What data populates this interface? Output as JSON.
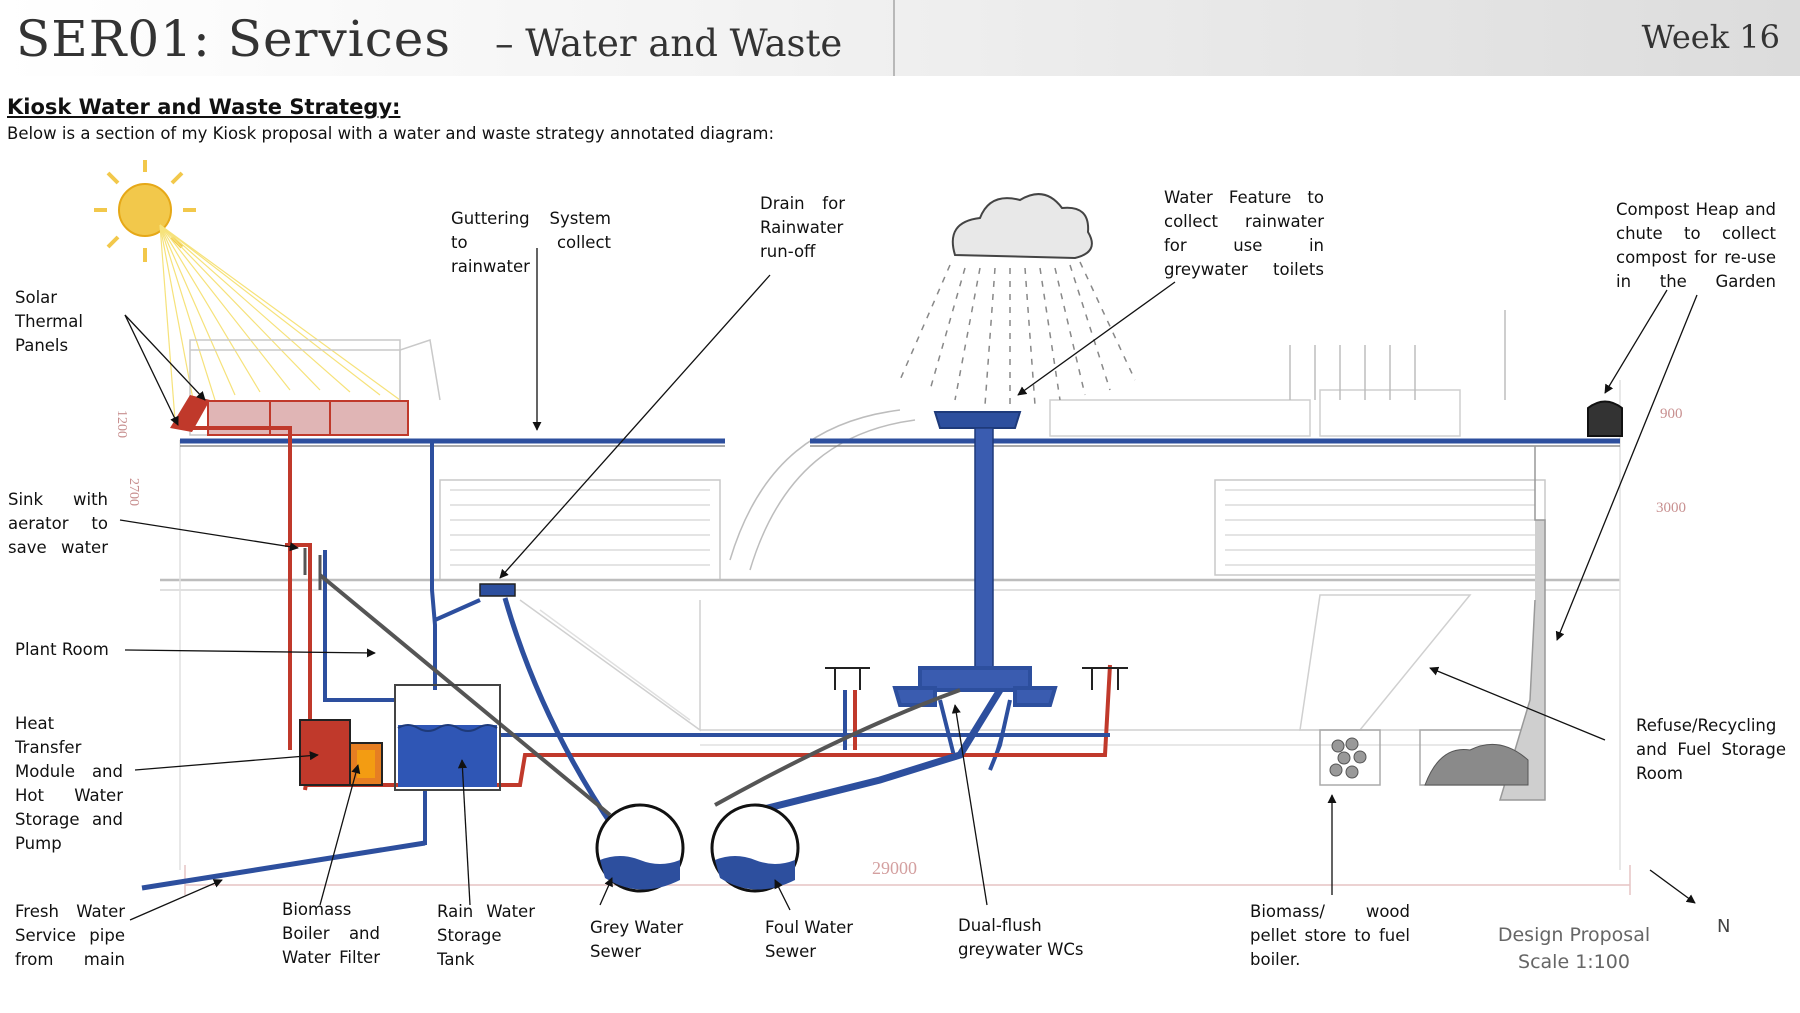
{
  "header": {
    "title": "SER01: Services",
    "subtitle": "– Water and Waste",
    "week": "Week 16"
  },
  "heading": "Kiosk Water and Waste Strategy:",
  "intro": "Below is a section of my Kiosk proposal with a water and waste strategy annotated diagram:",
  "labels": {
    "solar": "Solar Thermal Panels",
    "sink": "Sink with aerator to save water",
    "plant": "Plant Room",
    "heat": "Heat Transfer Module and Hot Water Storage and Pump",
    "fresh": "Fresh Water Service pipe from main",
    "biomass_boiler": "Biomass Boiler and Water Filter",
    "rain_tank": "Rain Water Storage Tank",
    "grey_sewer": "Grey Water Sewer",
    "foul_sewer": "Foul Water Sewer",
    "wcs": "Dual-flush greywater WCs",
    "pellet": "Biomass/ wood pellet store to fuel boiler.",
    "guttering": "Guttering System to collect rainwater",
    "drain": "Drain for Rainwater run-off",
    "feature": "Water Feature to collect rainwater for use in greywater toilets",
    "compost": "Compost Heap and chute to collect compost for re-use in the Garden",
    "refuse": "Refuse/Recycling and Fuel Storage Room"
  },
  "dimensions": {
    "d1200": "1200",
    "d2700": "2700",
    "d900": "900",
    "d3000": "3000",
    "d29000": "29000"
  },
  "design": {
    "title": "Design Proposal",
    "scale": "Scale 1:100"
  },
  "north": "N",
  "colors": {
    "hot": "#c0392b",
    "cold": "#2d4f9e",
    "waste": "#555555",
    "sun": "#f2c84b"
  }
}
